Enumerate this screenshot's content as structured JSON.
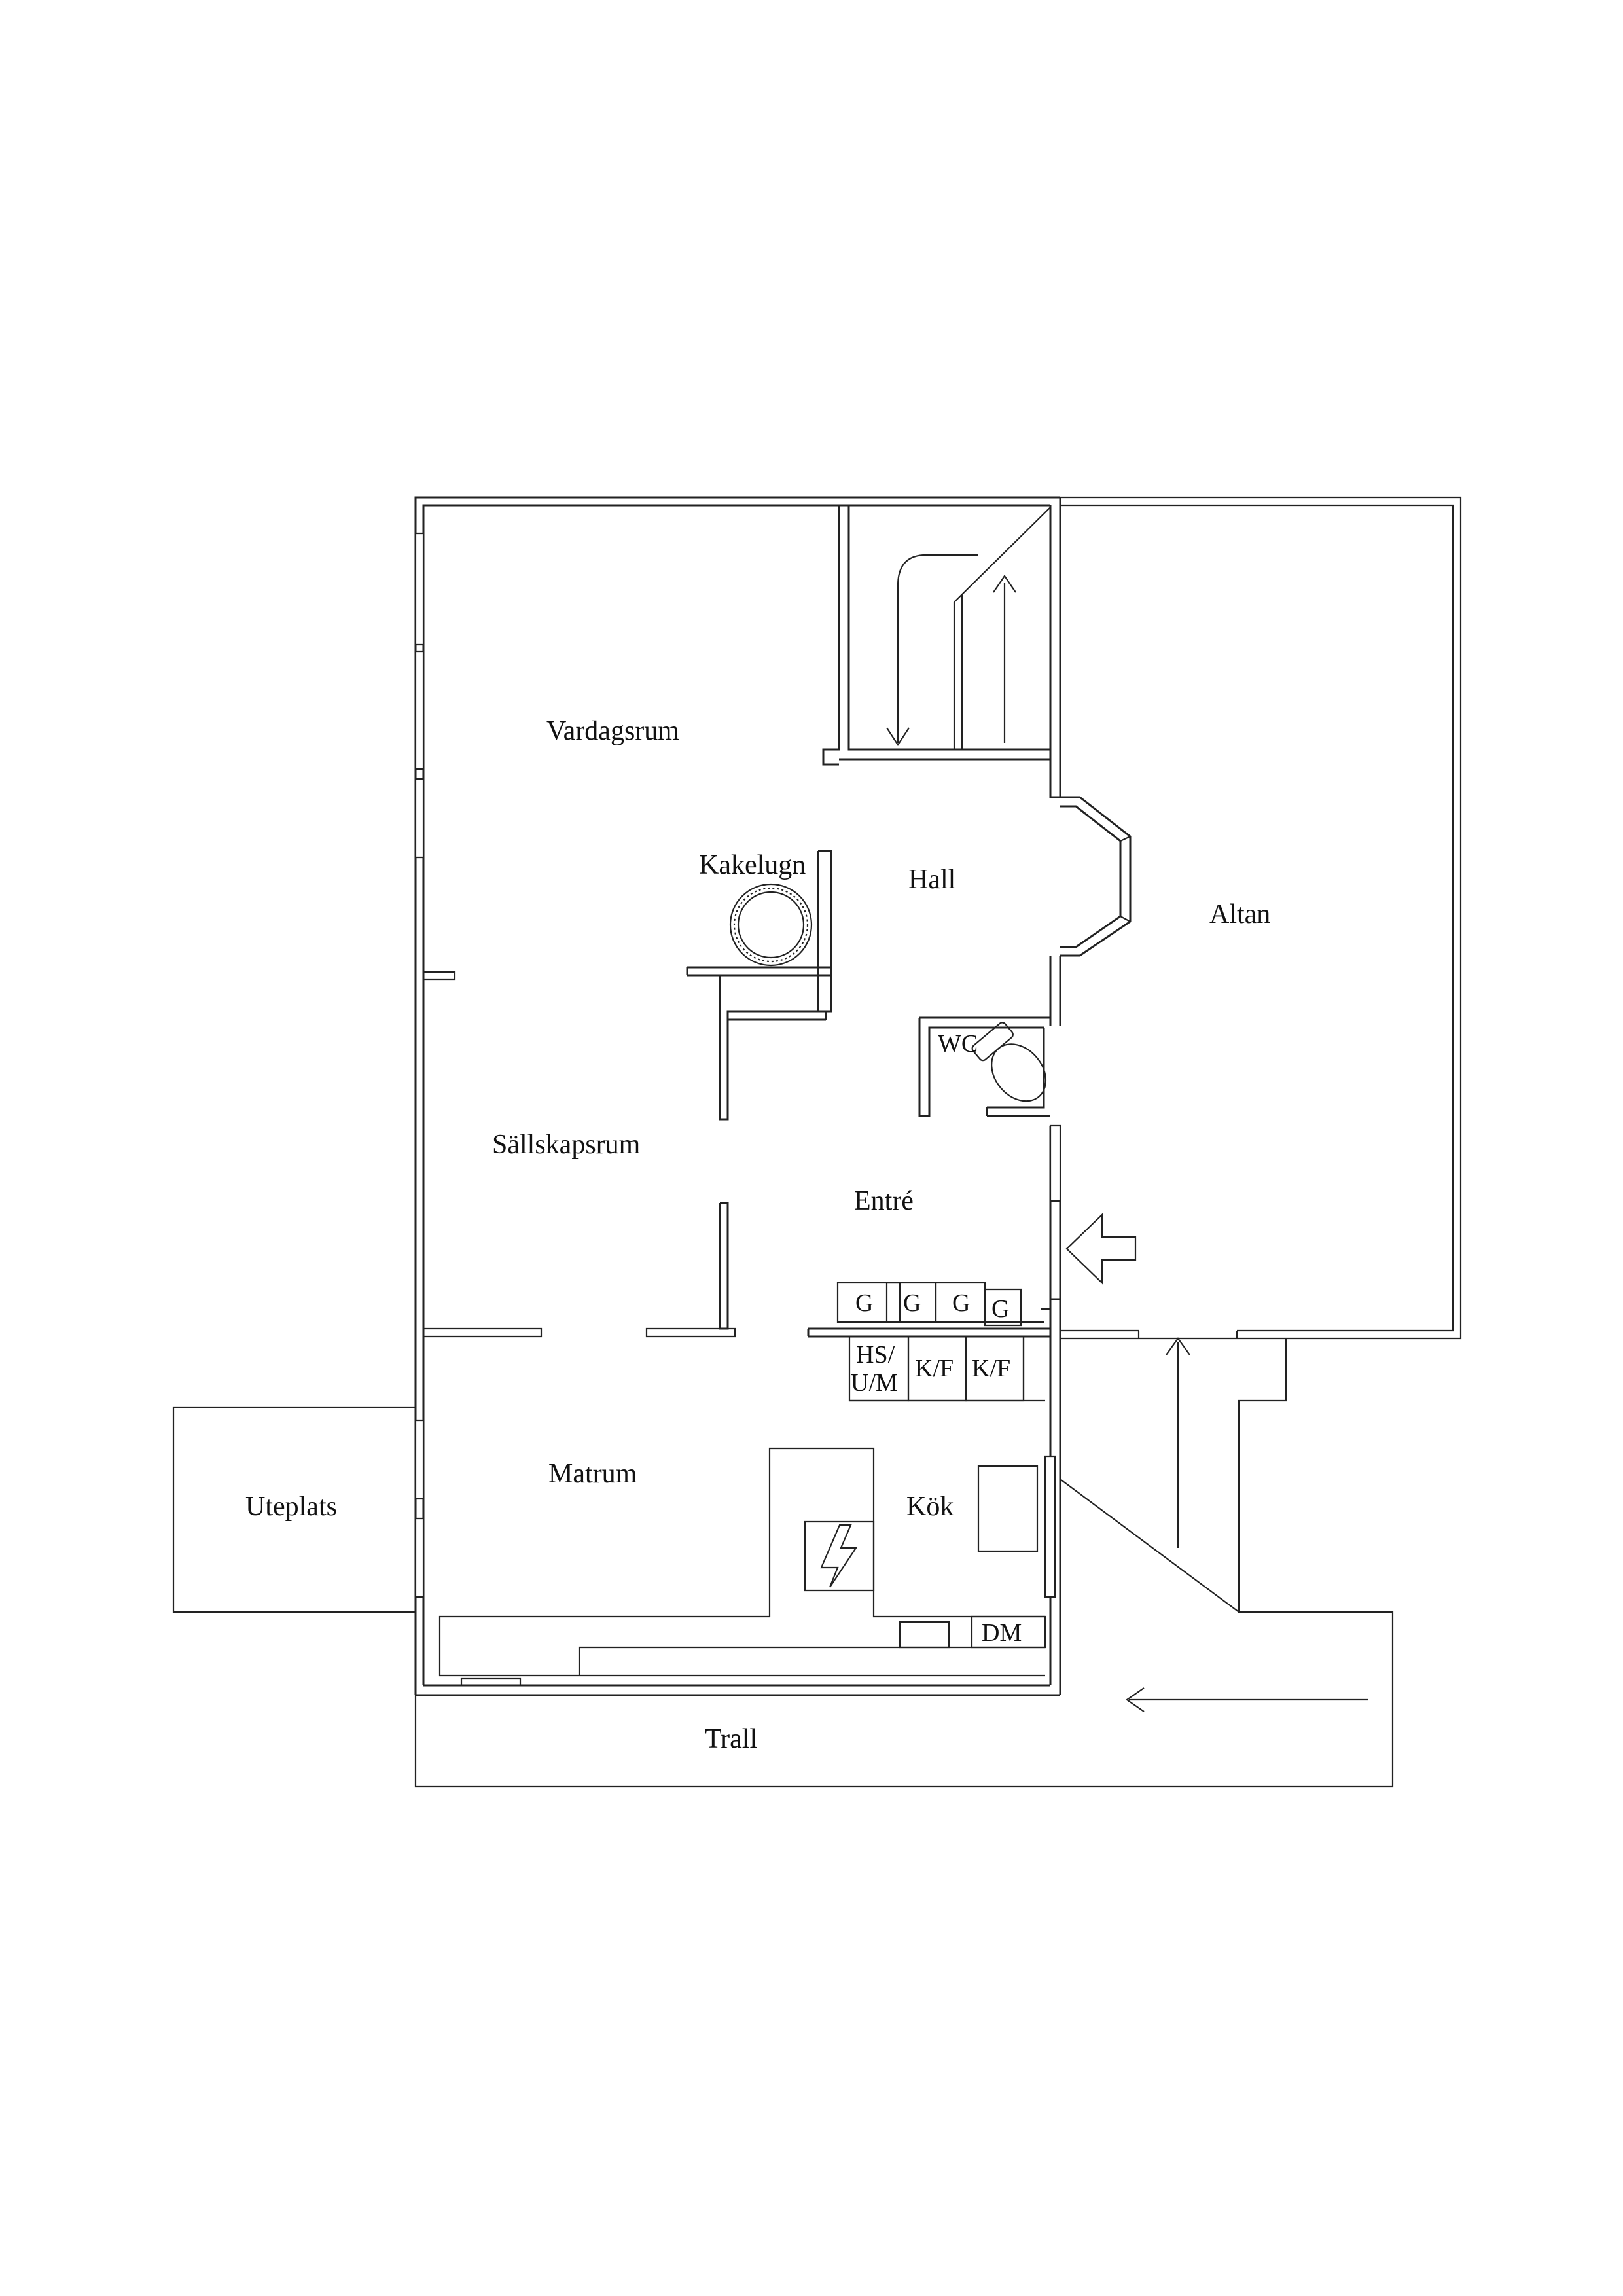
{
  "floorplan": {
    "rooms": {
      "vardagsrum": "Vardagsrum",
      "kakelugn": "Kakelugn",
      "hall": "Hall",
      "altan": "Altan",
      "wc": "WC",
      "sallskapsrum": "Sällskapsrum",
      "entre": "Entré",
      "matrum": "Matrum",
      "kok": "Kök",
      "uteplats": "Uteplats",
      "trall": "Trall"
    },
    "fixtures": {
      "g1": "G",
      "g2": "G",
      "g3": "G",
      "g4": "G",
      "hs_line1": "HS/",
      "hs_line2": "U/M",
      "kf1": "K/F",
      "kf2": "K/F",
      "dm": "DM"
    }
  }
}
